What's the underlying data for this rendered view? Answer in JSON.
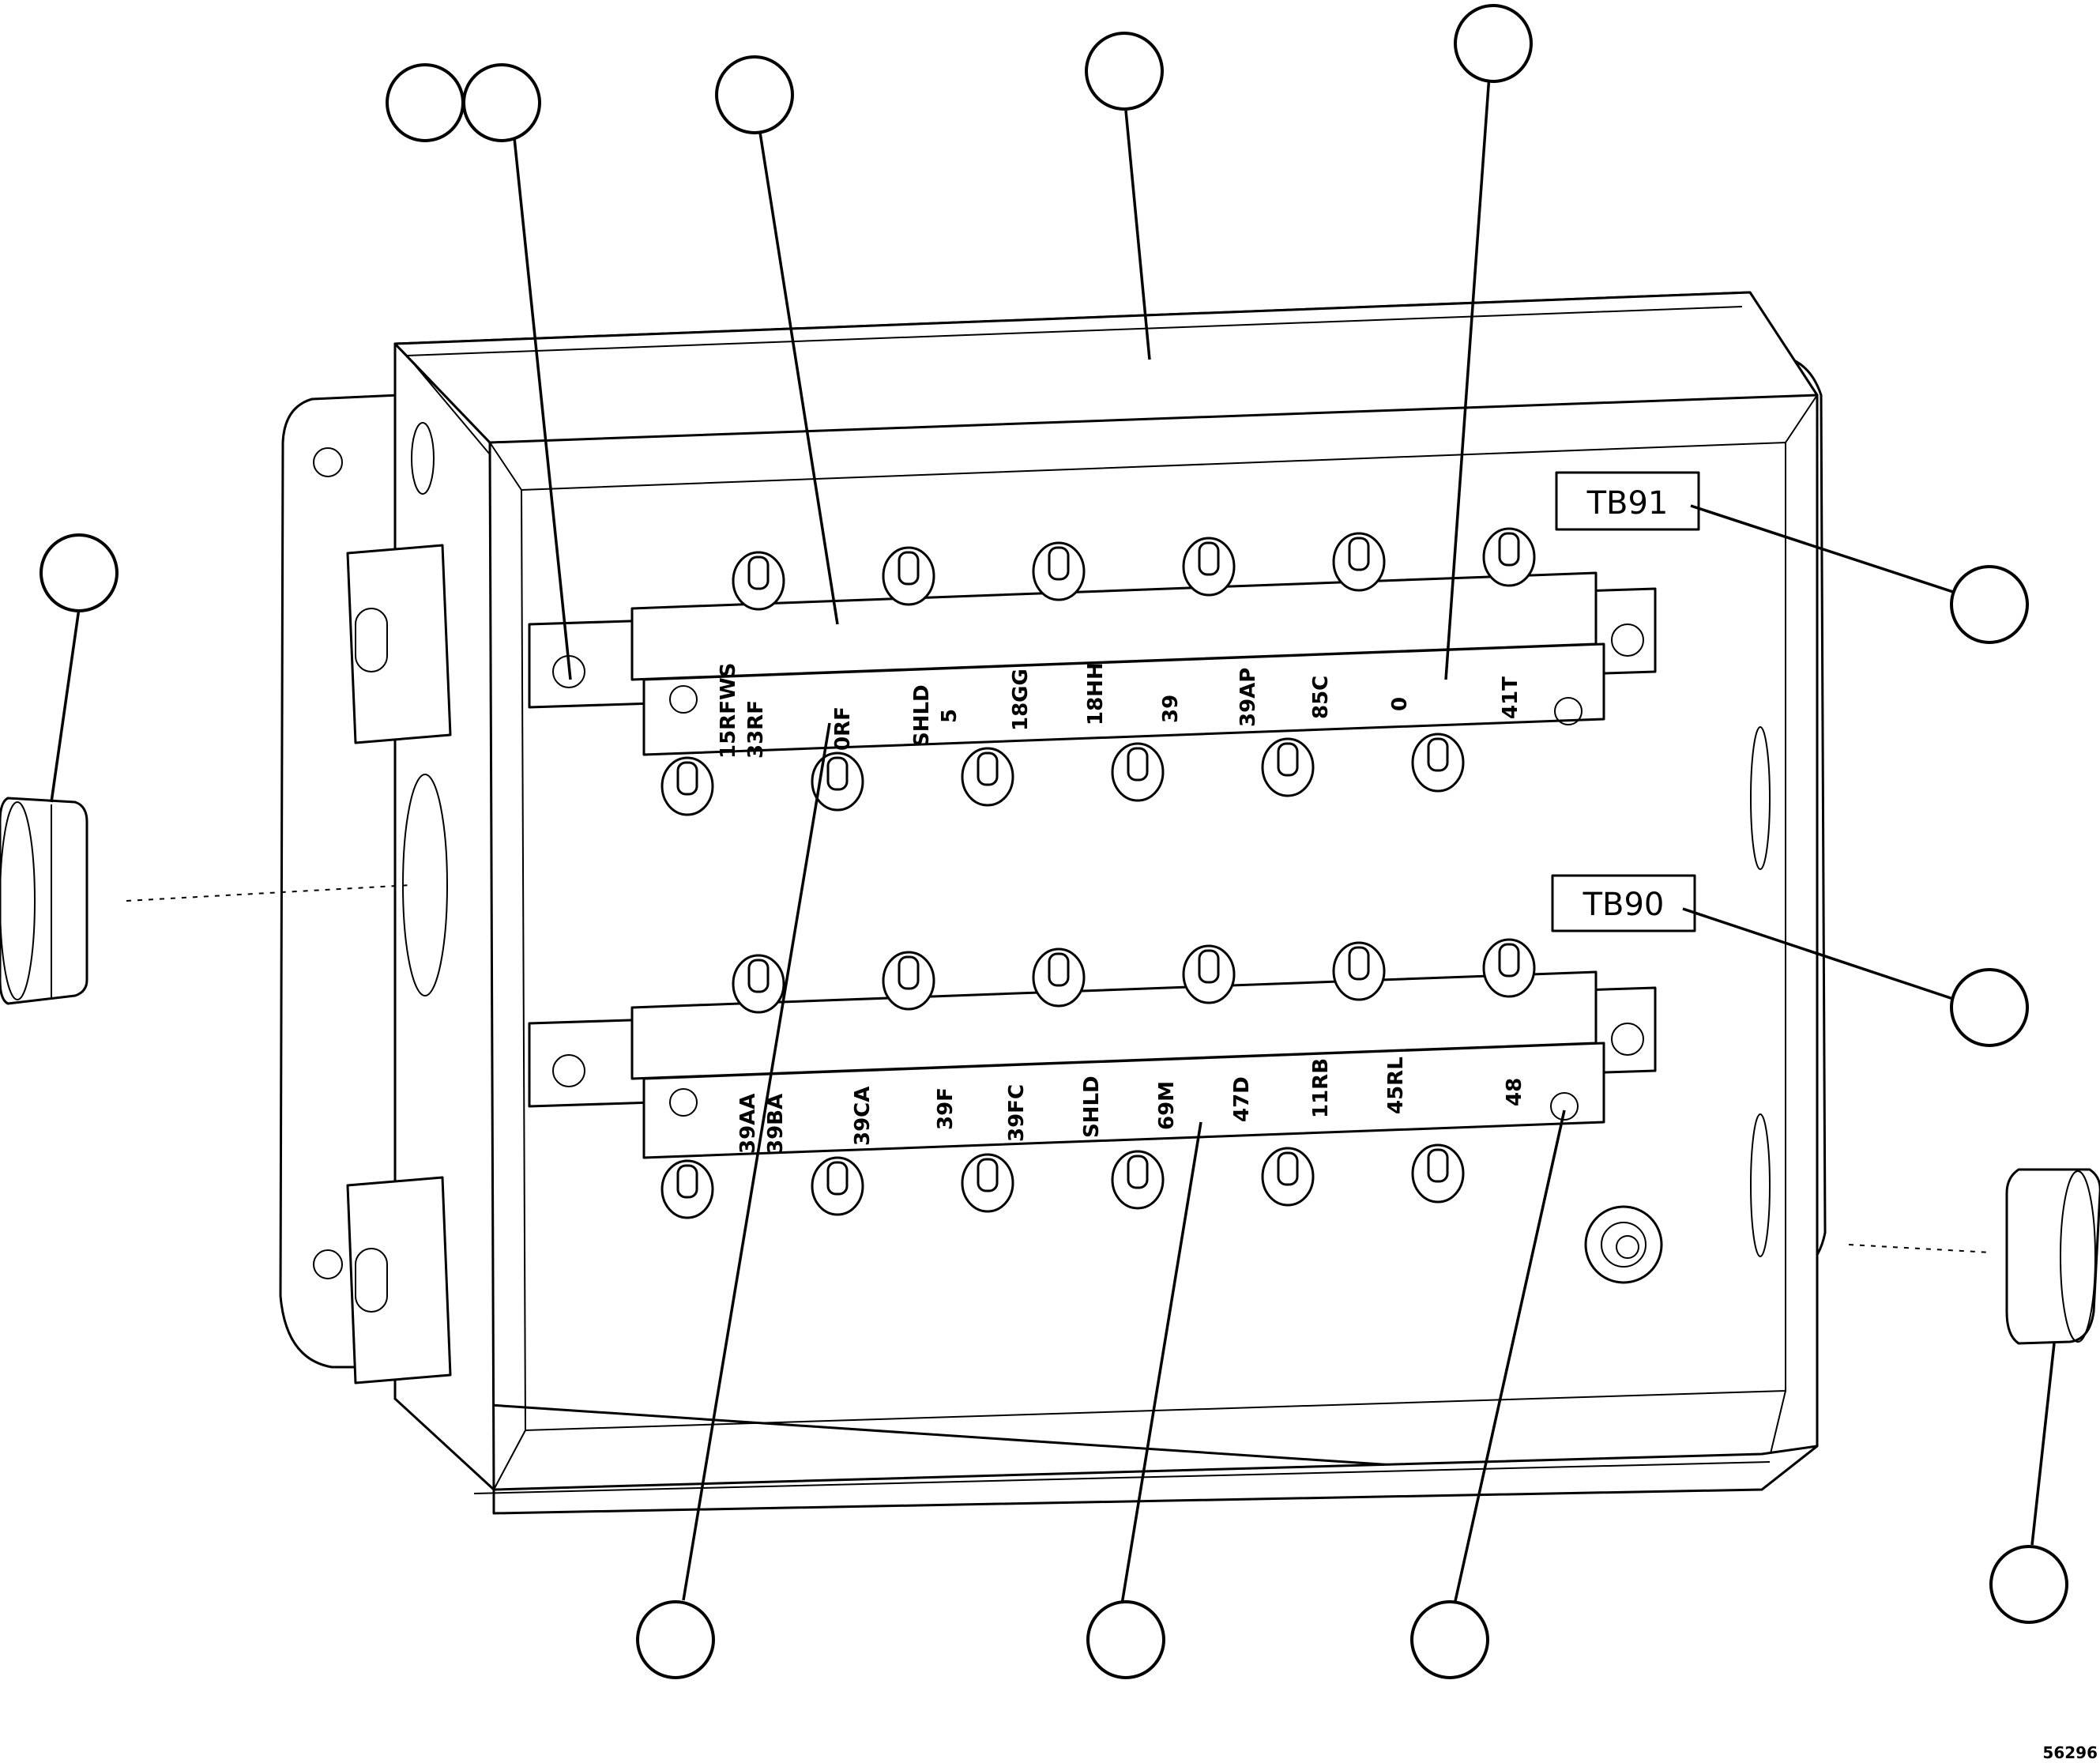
{
  "figure_number": "56296",
  "tags": {
    "upper": "TB91",
    "lower": "TB90"
  },
  "upper_block_labels": [
    {
      "top": "15RFWS",
      "bottom": "33RF"
    },
    {
      "top": "",
      "bottom": "0RF"
    },
    {
      "top": "SHLD",
      "bottom": "5"
    },
    {
      "top": "",
      "bottom": "18GG"
    },
    {
      "top": "",
      "bottom": "18HH"
    },
    {
      "top": "",
      "bottom": "39"
    },
    {
      "top": "",
      "bottom": "39AP"
    },
    {
      "top": "",
      "bottom": "85C"
    },
    {
      "top": "",
      "bottom": "0"
    },
    {
      "top": "",
      "bottom": "41T"
    }
  ],
  "lower_block_labels": [
    {
      "top": "39AA",
      "bottom": "39BA"
    },
    {
      "top": "",
      "bottom": "39CA"
    },
    {
      "top": "",
      "bottom": "39F"
    },
    {
      "top": "",
      "bottom": "39FC"
    },
    {
      "top": "",
      "bottom": "SHLD"
    },
    {
      "top": "",
      "bottom": "69M"
    },
    {
      "top": "",
      "bottom": "47D"
    },
    {
      "top": "",
      "bottom": "11RB"
    },
    {
      "top": "",
      "bottom": "45RL"
    },
    {
      "top": "",
      "bottom": "48"
    }
  ]
}
